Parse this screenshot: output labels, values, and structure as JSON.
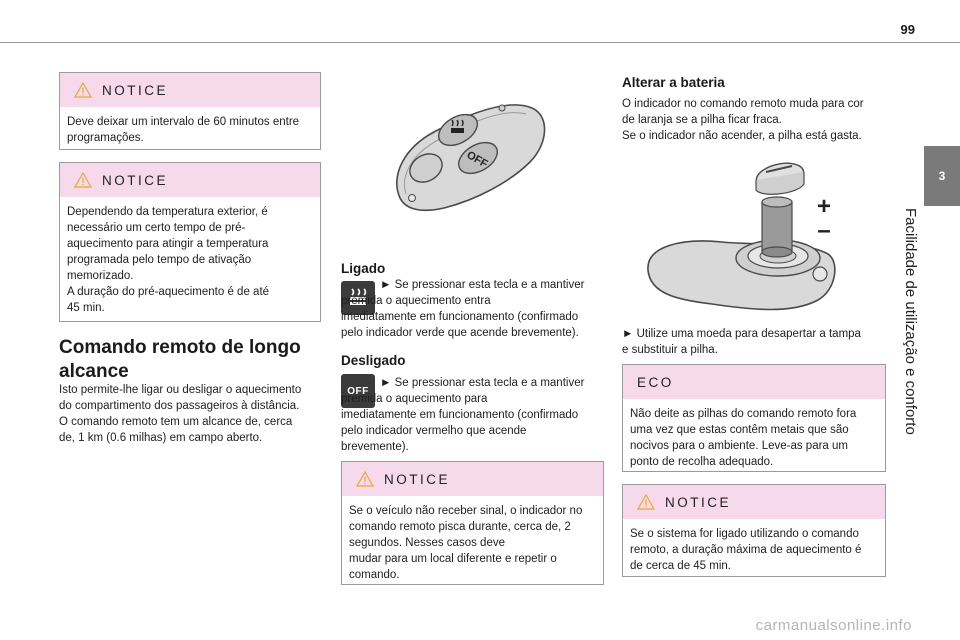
{
  "header": {
    "page_number": "99"
  },
  "side": {
    "chapter_number": "3",
    "chapter_title": "Facilidade de utilização e conforto"
  },
  "left_col": {
    "notice1": {
      "title": "NOTICE",
      "body": "Deve deixar um intervalo de 60 minutos entre\nprogramações."
    },
    "notice2": {
      "title": "NOTICE",
      "body": "Dependendo da temperatura exterior, é\nnecessário um certo tempo de pré-\naquecimento para atingir a temperatura\nprogramada pelo tempo de ativação\nmemorizado.\nA duração do pré-aquecimento é de até\n45 min."
    },
    "heading": "Comando remoto de longo\nalcance",
    "intro": "Isto permite-lhe ligar ou desligar o aquecimento\ndo compartimento dos passageiros à distância.\nO comando remoto tem um alcance de, cerca\nde, 1 km (0.6 milhas) em campo aberto."
  },
  "mid_col": {
    "on": {
      "title": "Ligado",
      "text": "► Se pressionar esta tecla e a mantiver\n      premida o aquecimento entra\nimediatamente em funcionamento (confirmado\npelo indicador verde que acende brevemente)."
    },
    "off": {
      "title": "Desligado",
      "icon_label": "OFF",
      "text": "► Se pressionar esta tecla e a mantiver\n      premida o aquecimento para\nimediatamente em funcionamento (confirmado\npelo indicador vermelho que acende\nbrevemente)."
    },
    "notice3": {
      "title": "NOTICE",
      "body": "Se o veículo não receber sinal, o indicador no\ncomando remoto pisca durante, cerca de, 2\nsegundos. Nesses casos deve\nmudar para um local diferente e repetir o\ncomando."
    },
    "remote_off_label": "OFF"
  },
  "right_col": {
    "heading": "Alterar a bateria",
    "intro": "O indicador no comando remoto muda para cor\nde laranja se a pilha ficar fraca.\nSe o indicador não acender, a pilha está gasta.",
    "battery_text": "► Utilize uma moeda para desapertar a tampa\ne substituir a pilha.",
    "eco": {
      "title": "ECO",
      "body": "Não deite as pilhas do comando remoto fora\numa vez que estas contêm metais que são\nnocivos para o ambiente. Leve-as para um\nponto de recolha adequado."
    },
    "notice4": {
      "title": "NOTICE",
      "body": "Se o sistema for ligado utilizando o comando\nremoto, a duração máxima de aquecimento é\nde cerca de 45 min."
    },
    "plus": "+",
    "minus": "–"
  },
  "footer": {
    "watermark": "carmanualsonline.info"
  }
}
